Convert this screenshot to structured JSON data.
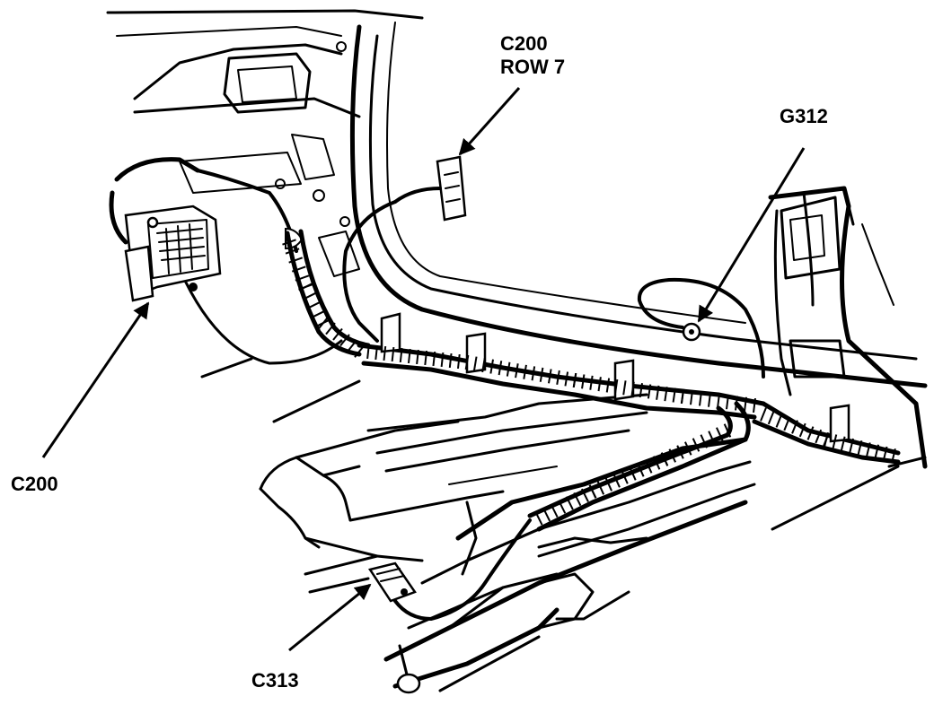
{
  "callouts": {
    "c200_row7": {
      "line1": "C200",
      "line2": "ROW 7"
    },
    "g312": {
      "label": "G312"
    },
    "c200": {
      "label": "C200"
    },
    "c313": {
      "label": "C313"
    }
  },
  "colors": {
    "ink": "#000000",
    "paper": "#ffffff"
  }
}
